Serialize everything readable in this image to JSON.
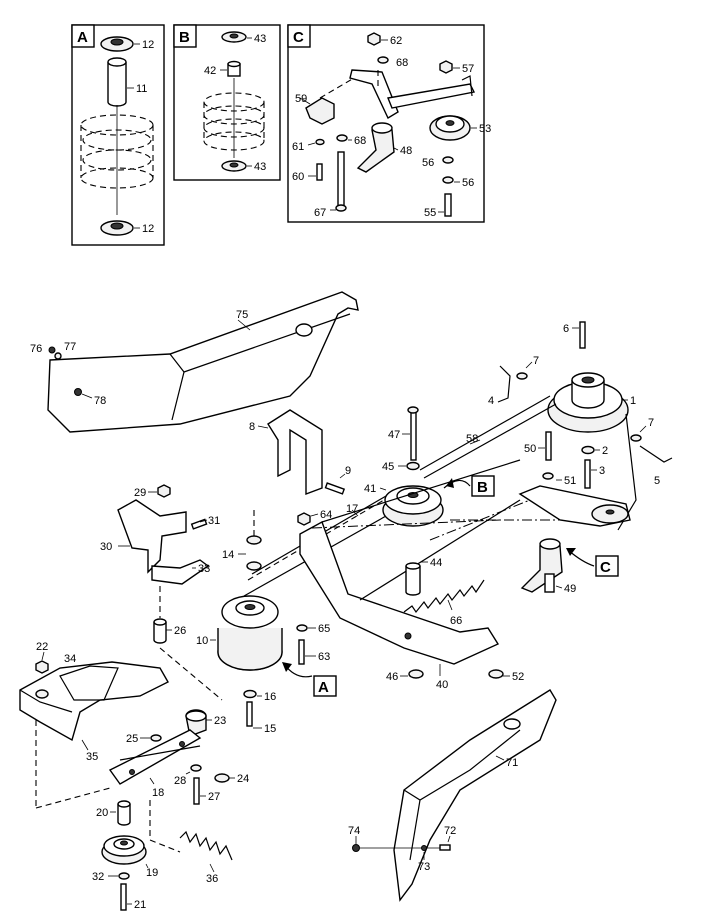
{
  "insets": [
    {
      "letter": "A",
      "parts": [
        "12",
        "11",
        "12"
      ]
    },
    {
      "letter": "B",
      "parts": [
        "43",
        "42",
        "43"
      ]
    },
    {
      "letter": "C",
      "parts": [
        "62",
        "68",
        "57",
        "59",
        "53",
        "61",
        "68",
        "48",
        "56",
        "60",
        "56",
        "67",
        "55"
      ]
    }
  ],
  "callouts": {
    "A": "A",
    "B": "B",
    "C": "C"
  },
  "part_numbers": {
    "n75": "75",
    "n76": "76",
    "n77": "77",
    "n78": "78",
    "n6": "6",
    "n7a": "7",
    "n4": "4",
    "n1": "1",
    "n7b": "7",
    "n2": "2",
    "n3": "3",
    "n5": "5",
    "n8": "8",
    "n9": "9",
    "n47": "47",
    "n58": "58",
    "n50": "50",
    "n45": "45",
    "n51": "51",
    "n41": "41",
    "n29": "29",
    "n31": "31",
    "n64": "64",
    "n17": "17",
    "n30": "30",
    "n14": "14",
    "n33": "33",
    "n44": "44",
    "n66": "66",
    "n49": "49",
    "n26": "26",
    "n10": "10",
    "n65": "65",
    "n63": "63",
    "n22": "22",
    "n34": "34",
    "n46": "46",
    "n40": "40",
    "n52": "52",
    "n16": "16",
    "n15": "15",
    "n35": "35",
    "n25": "25",
    "n23": "23",
    "n28": "28",
    "n24": "24",
    "n18": "18",
    "n27": "27",
    "n71": "71",
    "n20": "20",
    "n74": "74",
    "n72": "72",
    "n73": "73",
    "n19": "19",
    "n36": "36",
    "n32": "32",
    "n21": "21"
  }
}
